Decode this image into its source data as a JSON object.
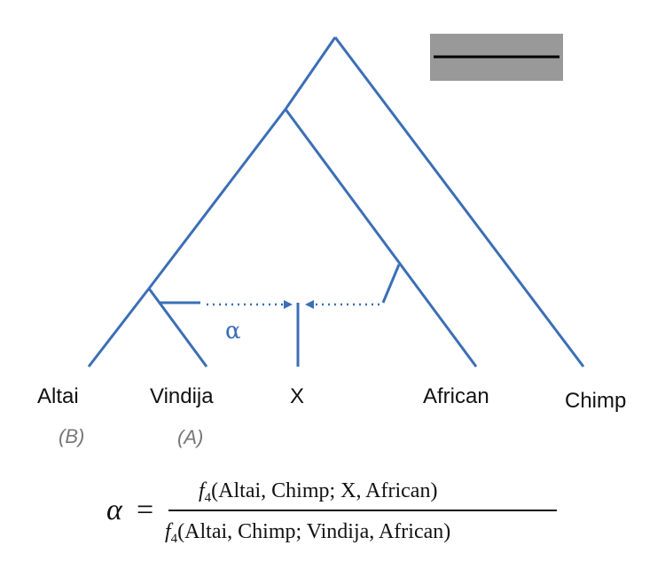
{
  "colors": {
    "tree": "#3b6fb6",
    "scale_box": "#999999",
    "scale_bar": "#000000",
    "text": "#111111",
    "role_text": "#777777"
  },
  "leaves": {
    "altai": "Altai",
    "vindija": "Vindija",
    "x": "X",
    "african": "African",
    "chimp": "Chimp"
  },
  "roles": {
    "altai": "(B)",
    "vindija": "(A)"
  },
  "admixture_label": "α",
  "formula": {
    "lhs": "α",
    "equals": "=",
    "function_name": "f",
    "function_subscript": "4",
    "numerator_args": "(Altai, Chimp; X, African)",
    "denominator_args": "(Altai, Chimp; Vindija, African)"
  }
}
